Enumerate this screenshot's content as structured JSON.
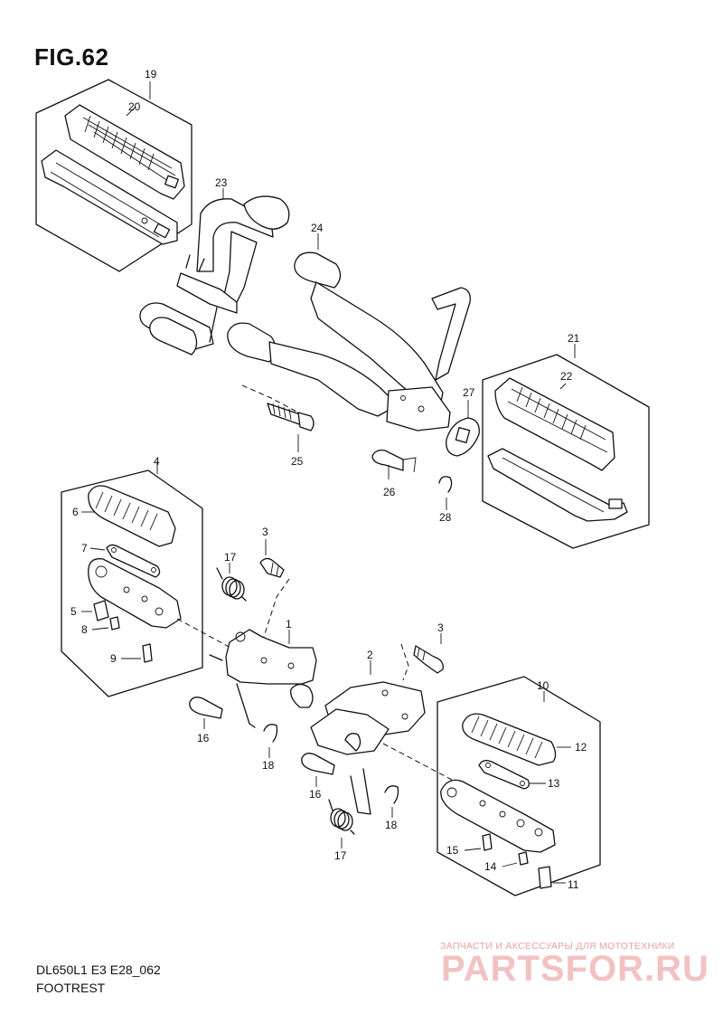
{
  "figure": {
    "title": "FIG.62",
    "model_code": "DL650L1 E3 E28_062",
    "section_name": "FOOTREST"
  },
  "watermark": {
    "caption": "ЗАПЧАСТИ И АКСЕССУАРЫ ДЛЯ МОТОТЕХНИКИ",
    "logo_text": "PARTSFOR.RU"
  },
  "callouts": [
    "1",
    "2",
    "3",
    "3",
    "4",
    "5",
    "6",
    "7",
    "8",
    "9",
    "10",
    "11",
    "12",
    "13",
    "14",
    "15",
    "16",
    "16",
    "17",
    "17",
    "18",
    "18",
    "19",
    "20",
    "21",
    "22",
    "23",
    "24",
    "25",
    "26",
    "27",
    "28"
  ]
}
